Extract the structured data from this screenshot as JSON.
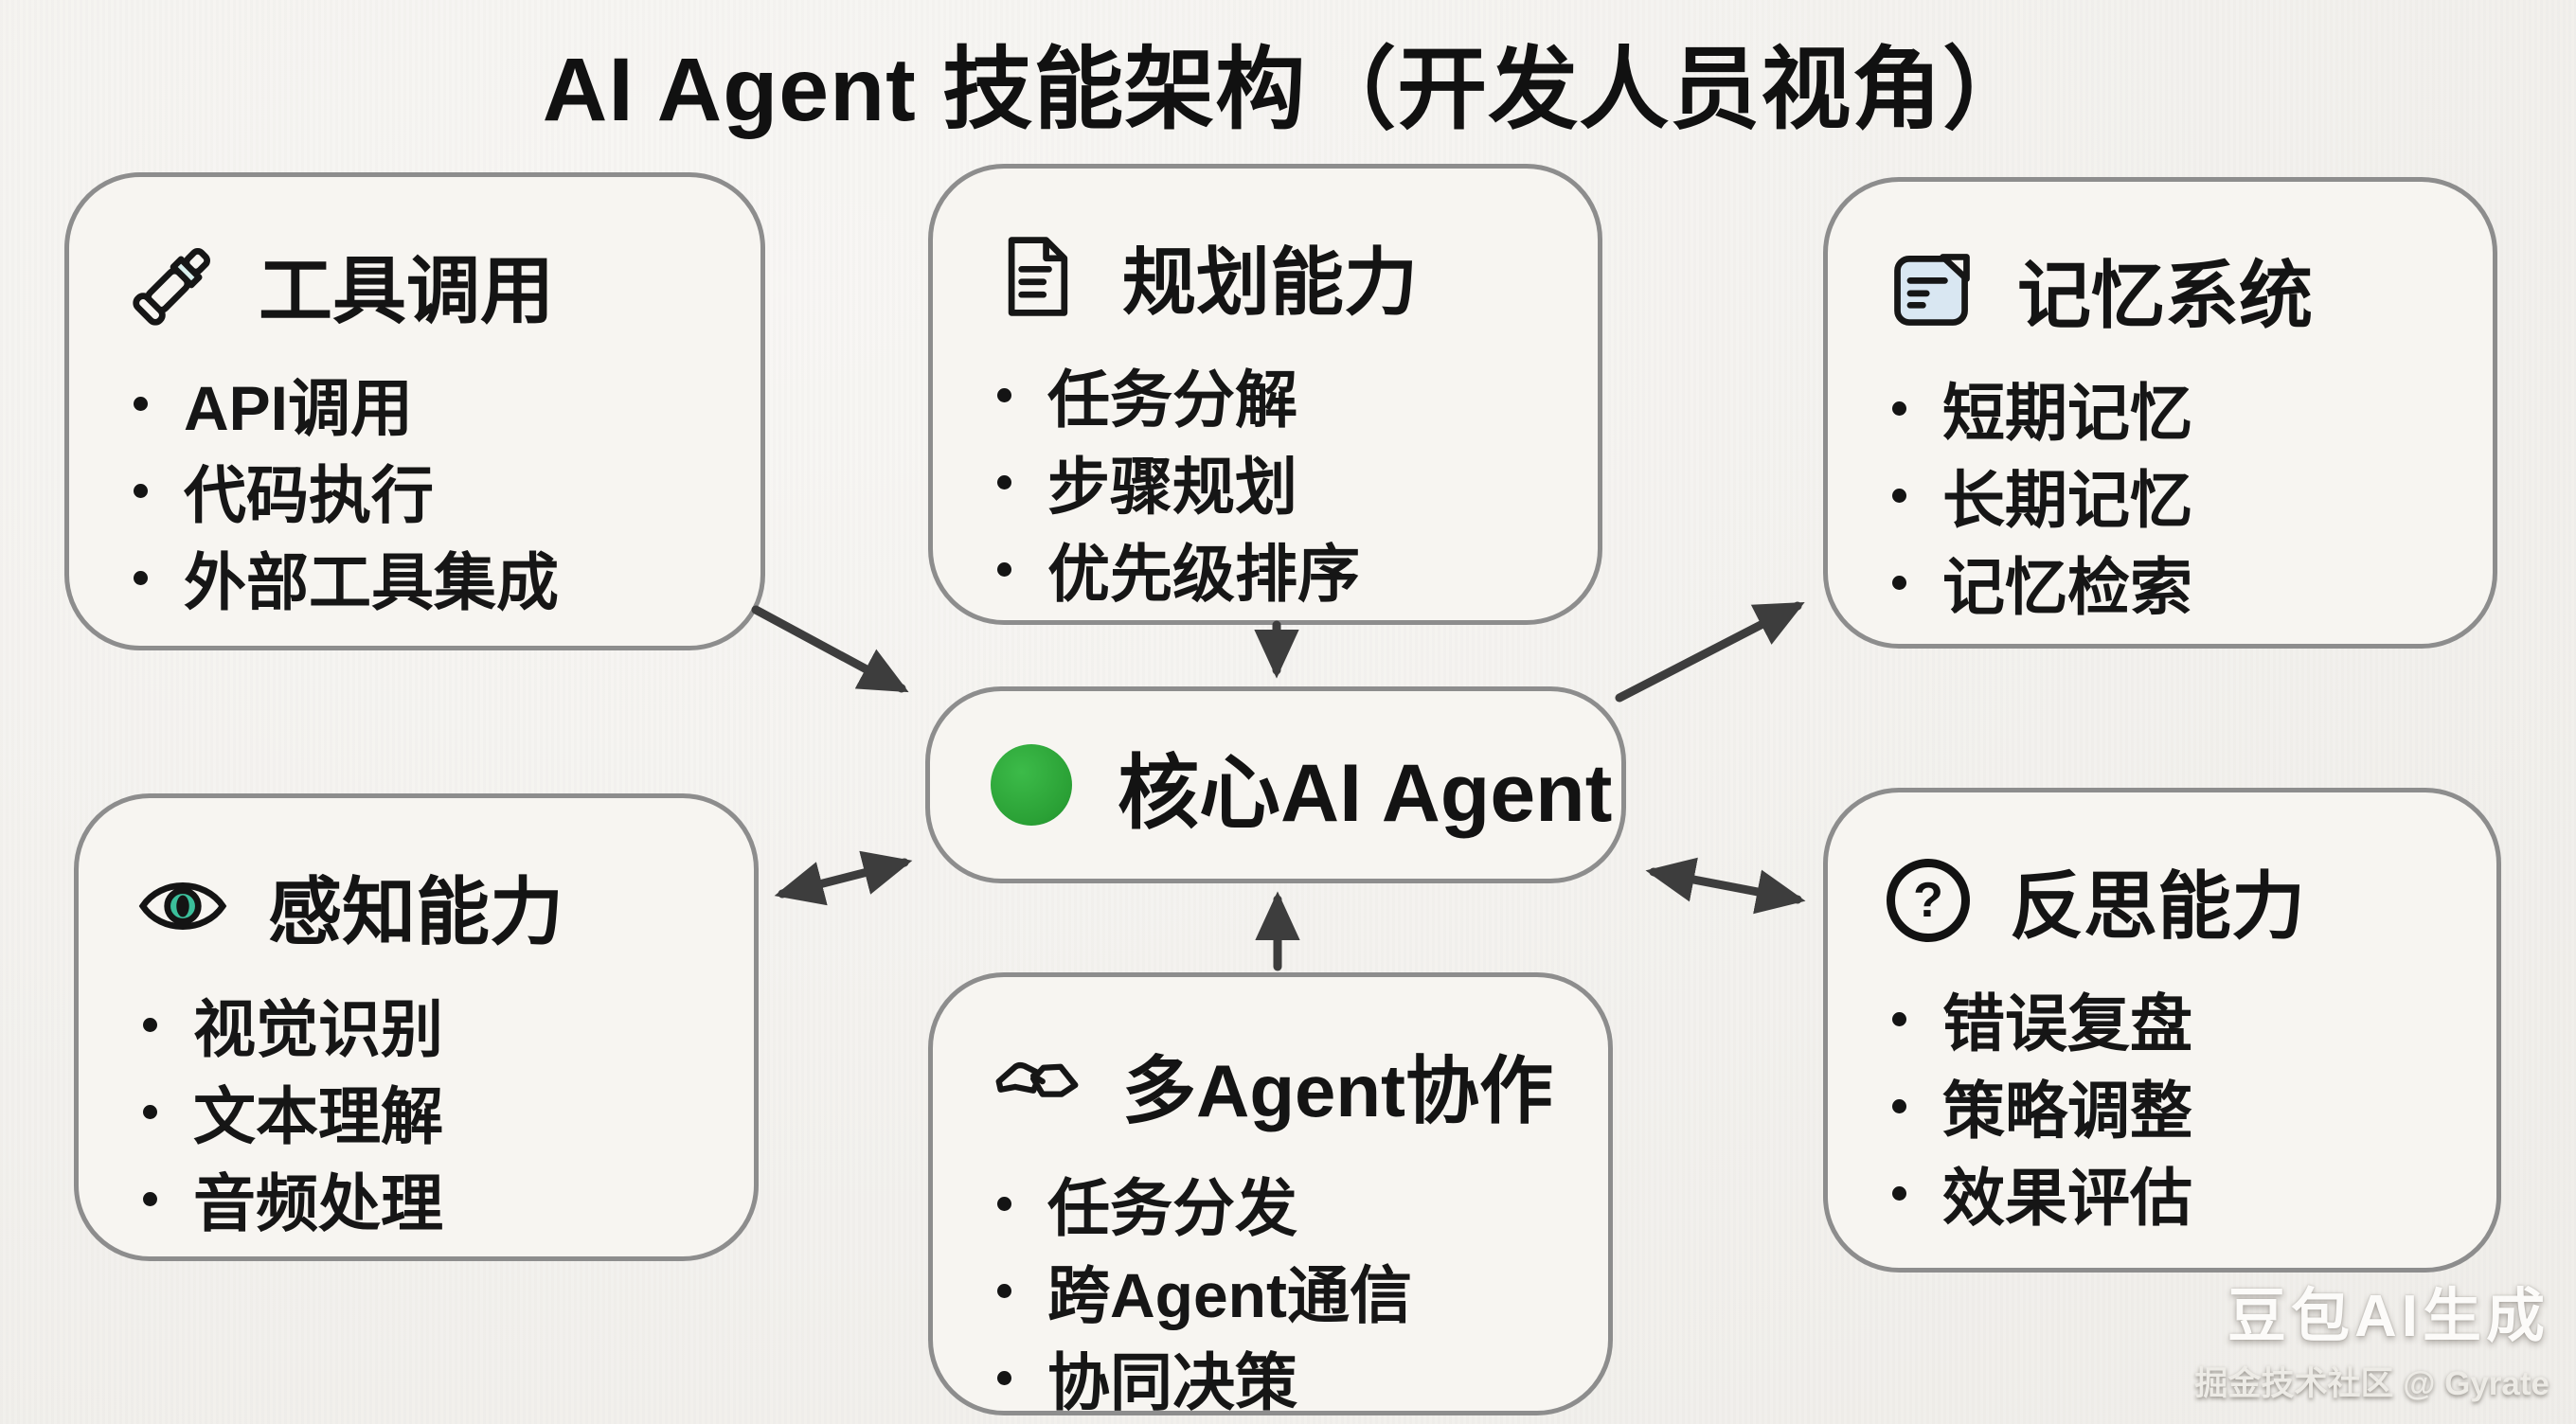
{
  "title": "AI Agent 技能架构（开发人员视角）",
  "core": {
    "label": "核心AI Agent",
    "icon": "green-dot-icon"
  },
  "boxes": [
    {
      "id": "tools",
      "icon": "wrench-tool-icon",
      "title": "工具调用",
      "items": [
        "API调用",
        "代码执行",
        "外部工具集成"
      ]
    },
    {
      "id": "planning",
      "icon": "document-icon",
      "title": "规划能力",
      "items": [
        "任务分解",
        "步骤规划",
        "优先级排序"
      ]
    },
    {
      "id": "memory",
      "icon": "notepad-icon",
      "title": "记忆系统",
      "items": [
        "短期记忆",
        "长期记忆",
        "记忆检索"
      ]
    },
    {
      "id": "perception",
      "icon": "eye-icon",
      "title": "感知能力",
      "items": [
        "视觉识别",
        "文本理解",
        "音频处理"
      ]
    },
    {
      "id": "collaboration",
      "icon": "handshake-icon",
      "title": "多Agent协作",
      "items": [
        "任务分发",
        "跨Agent通信",
        "协同决策"
      ]
    },
    {
      "id": "reflection",
      "icon": "question-icon",
      "title": "反思能力",
      "items": [
        "错误复盘",
        "策略调整",
        "效果评估"
      ]
    }
  ],
  "connections": [
    {
      "from": "工具调用",
      "to": "核心AI Agent",
      "direction": "one-way"
    },
    {
      "from": "规划能力",
      "to": "核心AI Agent",
      "direction": "one-way"
    },
    {
      "from": "核心AI Agent",
      "to": "记忆系统",
      "direction": "one-way"
    },
    {
      "from": "感知能力",
      "to": "核心AI Agent",
      "direction": "two-way"
    },
    {
      "from": "多Agent协作",
      "to": "核心AI Agent",
      "direction": "one-way"
    },
    {
      "from": "核心AI Agent",
      "to": "反思能力",
      "direction": "two-way"
    }
  ],
  "icons": {
    "question_glyph": "?"
  },
  "colors": {
    "background": "#f4f2ee",
    "box_fill": "#f7f5f1",
    "box_border": "#8d8d8d",
    "arrow": "#3d3d3d",
    "text": "#141414",
    "core_dot_green": "#2fa83c",
    "notepad_icon_fill": "#d9e7f2",
    "eye_iris_teal": "#3bbf9b",
    "tool_band_cyan": "#d8efec"
  },
  "watermark": {
    "line1": "豆包AI生成",
    "line2": "掘金技术社区 @ Gyrate"
  }
}
